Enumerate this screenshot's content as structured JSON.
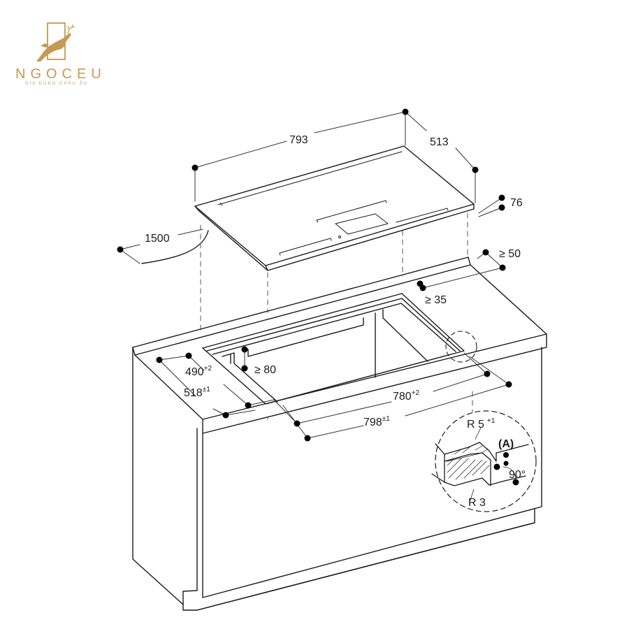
{
  "brand": {
    "name": "NGOCEU",
    "tagline": "GIA DỤNG CHÂU ÂU",
    "color": "#c49a52"
  },
  "diagram": {
    "type": "installation-drawing",
    "subject": "Built-in induction cooktop with worktop cut-out",
    "line_color": "#1a1a1a",
    "dimensions": {
      "width": {
        "value": "793"
      },
      "depth": {
        "value": "513"
      },
      "height": {
        "value": "76"
      },
      "cable": {
        "value": "1500"
      },
      "rear_clearance": {
        "value": "≥ 50"
      },
      "back_edge": {
        "value": "≥ 35"
      },
      "side_clearance": {
        "value": "≥ 80"
      },
      "cutout_depth": {
        "value": "490",
        "tol": "+2"
      },
      "recess_depth": {
        "value": "518",
        "tol": "±1"
      },
      "cutout_width": {
        "value": "780",
        "tol": "+2"
      },
      "recess_width": {
        "value": "798",
        "tol": "±1"
      }
    },
    "detail": {
      "label": "(A)",
      "radius_top": {
        "value": "R 5",
        "tol": "+1"
      },
      "radius_bottom": {
        "value": "R 3"
      },
      "angle": "90°"
    }
  }
}
